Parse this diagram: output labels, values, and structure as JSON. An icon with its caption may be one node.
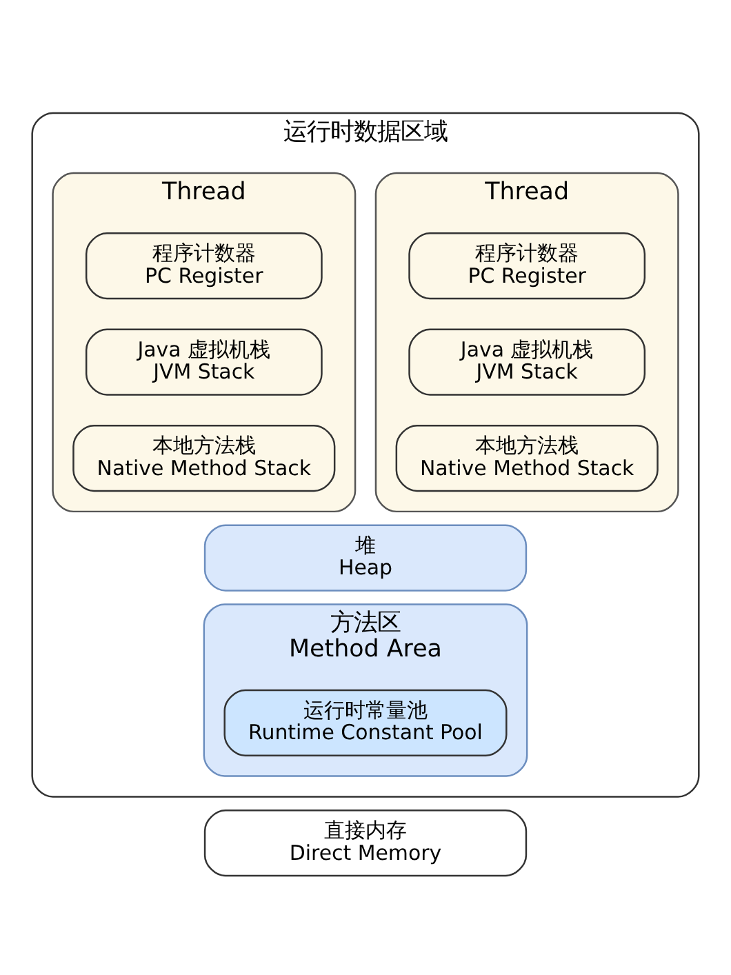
{
  "diagram": {
    "nodes": [
      {
        "text": [
          "运行时数据区域"
        ]
      },
      {
        "text": [
          "Thread"
        ],
        "in": 0
      },
      {
        "text": [
          "程序计数器",
          "PC Register"
        ],
        "in": 1
      },
      {
        "text": [
          "Java 虚拟机栈",
          "JVM Stack"
        ],
        "in": 1
      },
      {
        "text": [
          "本地方法栈",
          "Native Method Stack"
        ],
        "in": 1
      },
      {
        "text": [
          "Thread"
        ],
        "in": 0
      },
      {
        "text": [
          "程序计数器",
          "PC Register"
        ],
        "in": 5
      },
      {
        "text": [
          "Java 虚拟机栈",
          "JVM Stack"
        ],
        "in": 5
      },
      {
        "text": [
          "本地方法栈",
          "Native Method Stack"
        ],
        "in": 5
      },
      {
        "text": [
          "堆",
          "Heap"
        ],
        "in": 0
      },
      {
        "text": [
          "方法区",
          "Method Area"
        ],
        "in": 0
      },
      {
        "text": [
          "运行时常量池",
          "Runtime Constant Pool"
        ],
        "in": 10
      },
      {
        "text": [
          "直接内存",
          "Direct Memory"
        ]
      }
    ]
  }
}
